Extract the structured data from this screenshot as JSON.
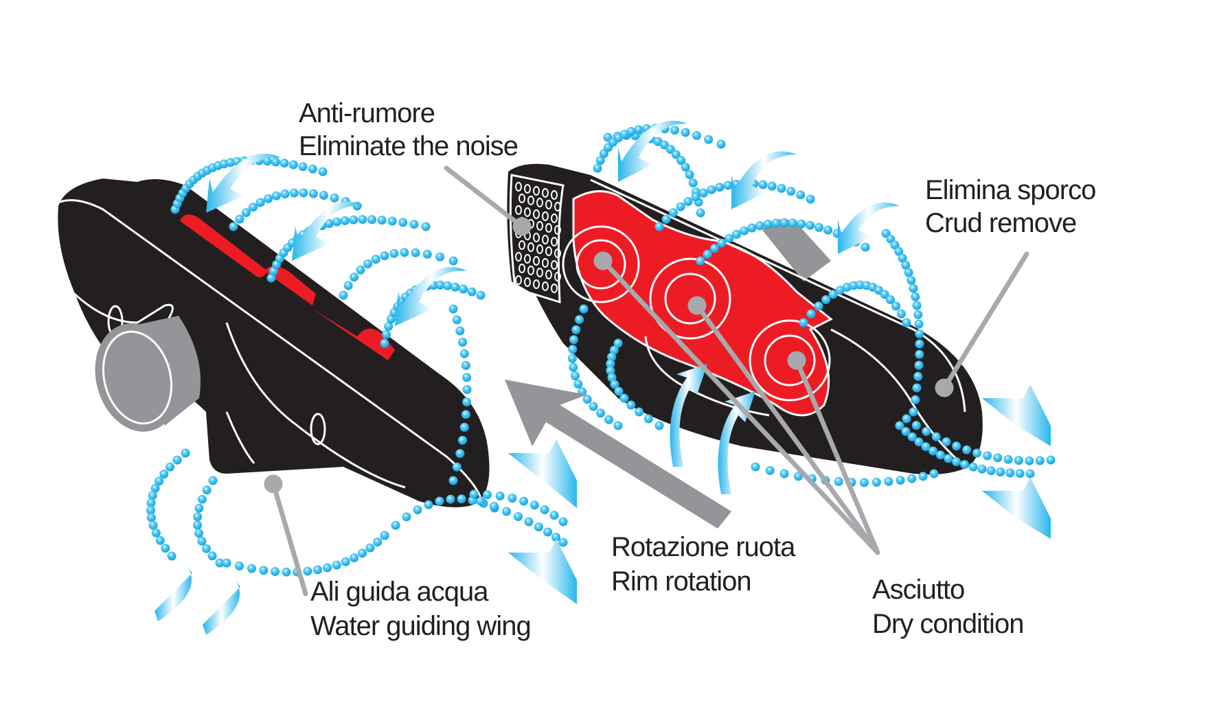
{
  "diagram": {
    "subject": "Brake pad water-guiding design",
    "colors": {
      "pad_body": "#231f20",
      "pad_compound": "#ed1c24",
      "water_blue": "#29b6ec",
      "leader_gray": "#9d9fa2",
      "rotation_arrow": "#939598"
    },
    "callouts": [
      {
        "id": "anti-noise",
        "line1": "Anti-rumore",
        "line2": "Eliminate the noise"
      },
      {
        "id": "crud-remove",
        "line1": "Elimina sporco",
        "line2": "Crud remove"
      },
      {
        "id": "water-wing",
        "line1": "Ali guida acqua",
        "line2": "Water guiding wing"
      },
      {
        "id": "rim-rotation",
        "line1": "Rotazione ruota",
        "line2": "Rim rotation"
      },
      {
        "id": "dry-condition",
        "line1": "Asciutto",
        "line2": "Dry condition"
      }
    ]
  }
}
